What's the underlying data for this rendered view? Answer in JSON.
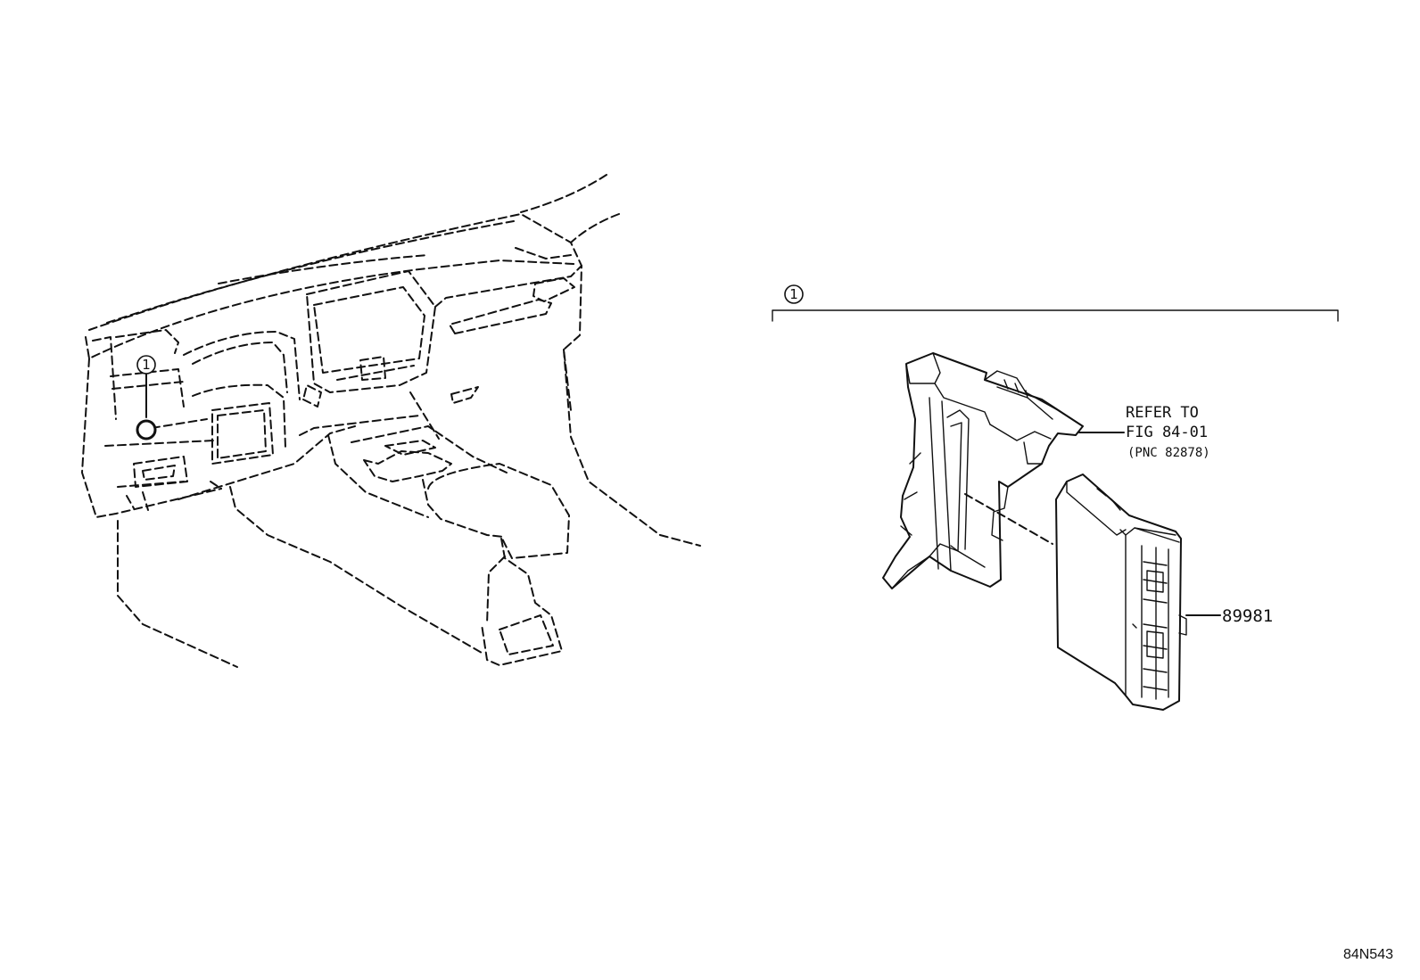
{
  "figure_id": "84N543",
  "callout_number": "1",
  "refer_line1": "REFER TO",
  "refer_line2": "FIG 84-01",
  "refer_line3": "(PNC 82878)",
  "part_number": "89981"
}
